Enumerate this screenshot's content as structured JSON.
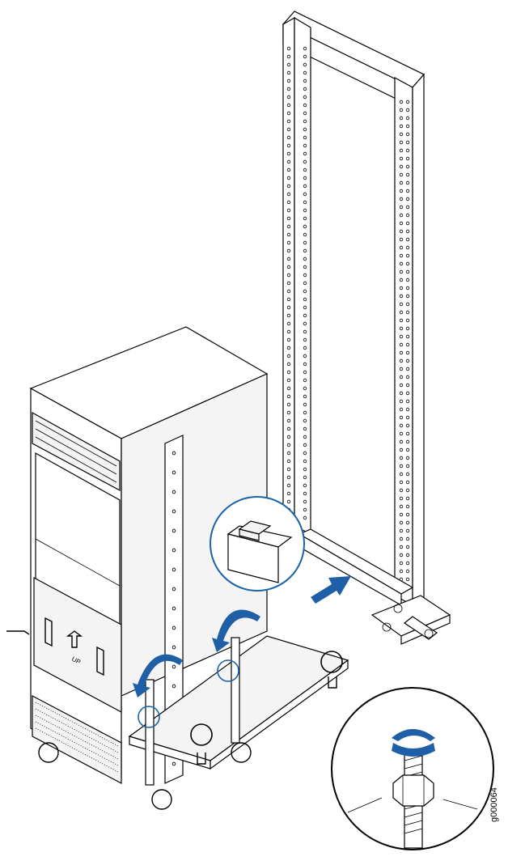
{
  "figure": {
    "id_label": "g000064",
    "accent_color": "#1a62a9",
    "arrow_color": "#1f5fa8"
  },
  "device": {
    "front_text": "UP"
  },
  "icons": {
    "rack": "open-frame-rack",
    "chassis": "router-chassis",
    "lift": "mechanical-lift",
    "callout_bracket": "bracket-detail",
    "callout_foot": "leveling-foot-detail",
    "push_arrow": "push-arrow-icon",
    "rotate_arrows": "rotate-arrow-icon"
  }
}
